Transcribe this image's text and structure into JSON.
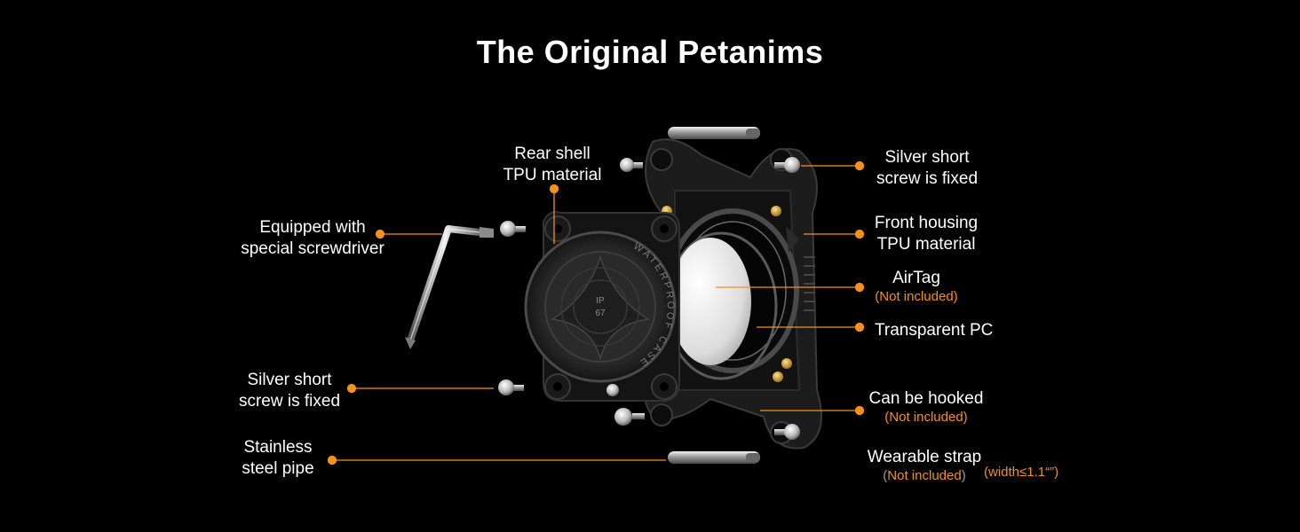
{
  "title": "The Original Petanims",
  "labels": {
    "rear_shell": [
      "Rear shell",
      "TPU material"
    ],
    "screwdriver": [
      "Equipped with",
      "special screwdriver"
    ],
    "screw_left": [
      "Silver short",
      "screw is fixed"
    ],
    "pipe": [
      "Stainless",
      "steel pipe"
    ],
    "screw_right": [
      "Silver short",
      "screw is fixed"
    ],
    "front_housing": [
      "Front housing",
      "TPU material"
    ],
    "airtag": "AirTag",
    "airtag_note": "(Not included)",
    "pc": "Transparent PC",
    "hook": "Can be hooked",
    "hook_note": "(Not included)",
    "strap": "Wearable strap",
    "strap_note_open": "(",
    "strap_note": "Not included",
    "strap_note_close": ")",
    "strap_width": "(width≤1.1“”)"
  },
  "case_text": {
    "ip": "IP",
    "rating": "67",
    "ring": "WATERPROOF CASE"
  },
  "colors": {
    "accent": "#f5901e",
    "background": "#000000",
    "text": "#ffffff"
  }
}
